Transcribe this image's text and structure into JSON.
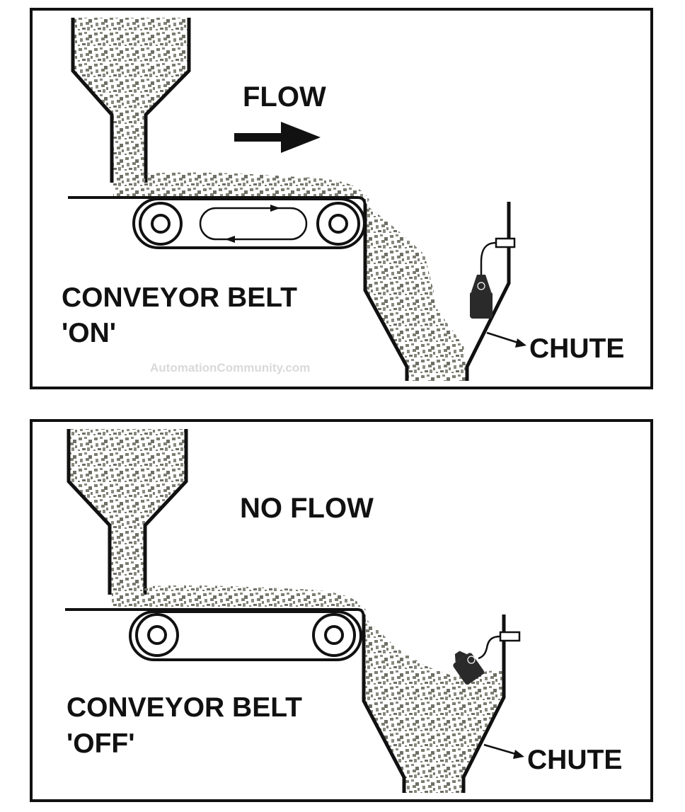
{
  "panels": [
    {
      "status_label": "FLOW",
      "belt_label_line1": "CONVEYOR BELT",
      "belt_label_line2": "'ON'",
      "chute_label": "CHUTE"
    },
    {
      "status_label": "NO FLOW",
      "belt_label_line1": "CONVEYOR BELT",
      "belt_label_line2": "'OFF'",
      "chute_label": "CHUTE"
    }
  ],
  "watermark": "AutomationCommunity.com",
  "colors": {
    "line": "#111111",
    "material": "#7d7d72",
    "background": "#ffffff",
    "watermark": "#d9d9d9"
  }
}
